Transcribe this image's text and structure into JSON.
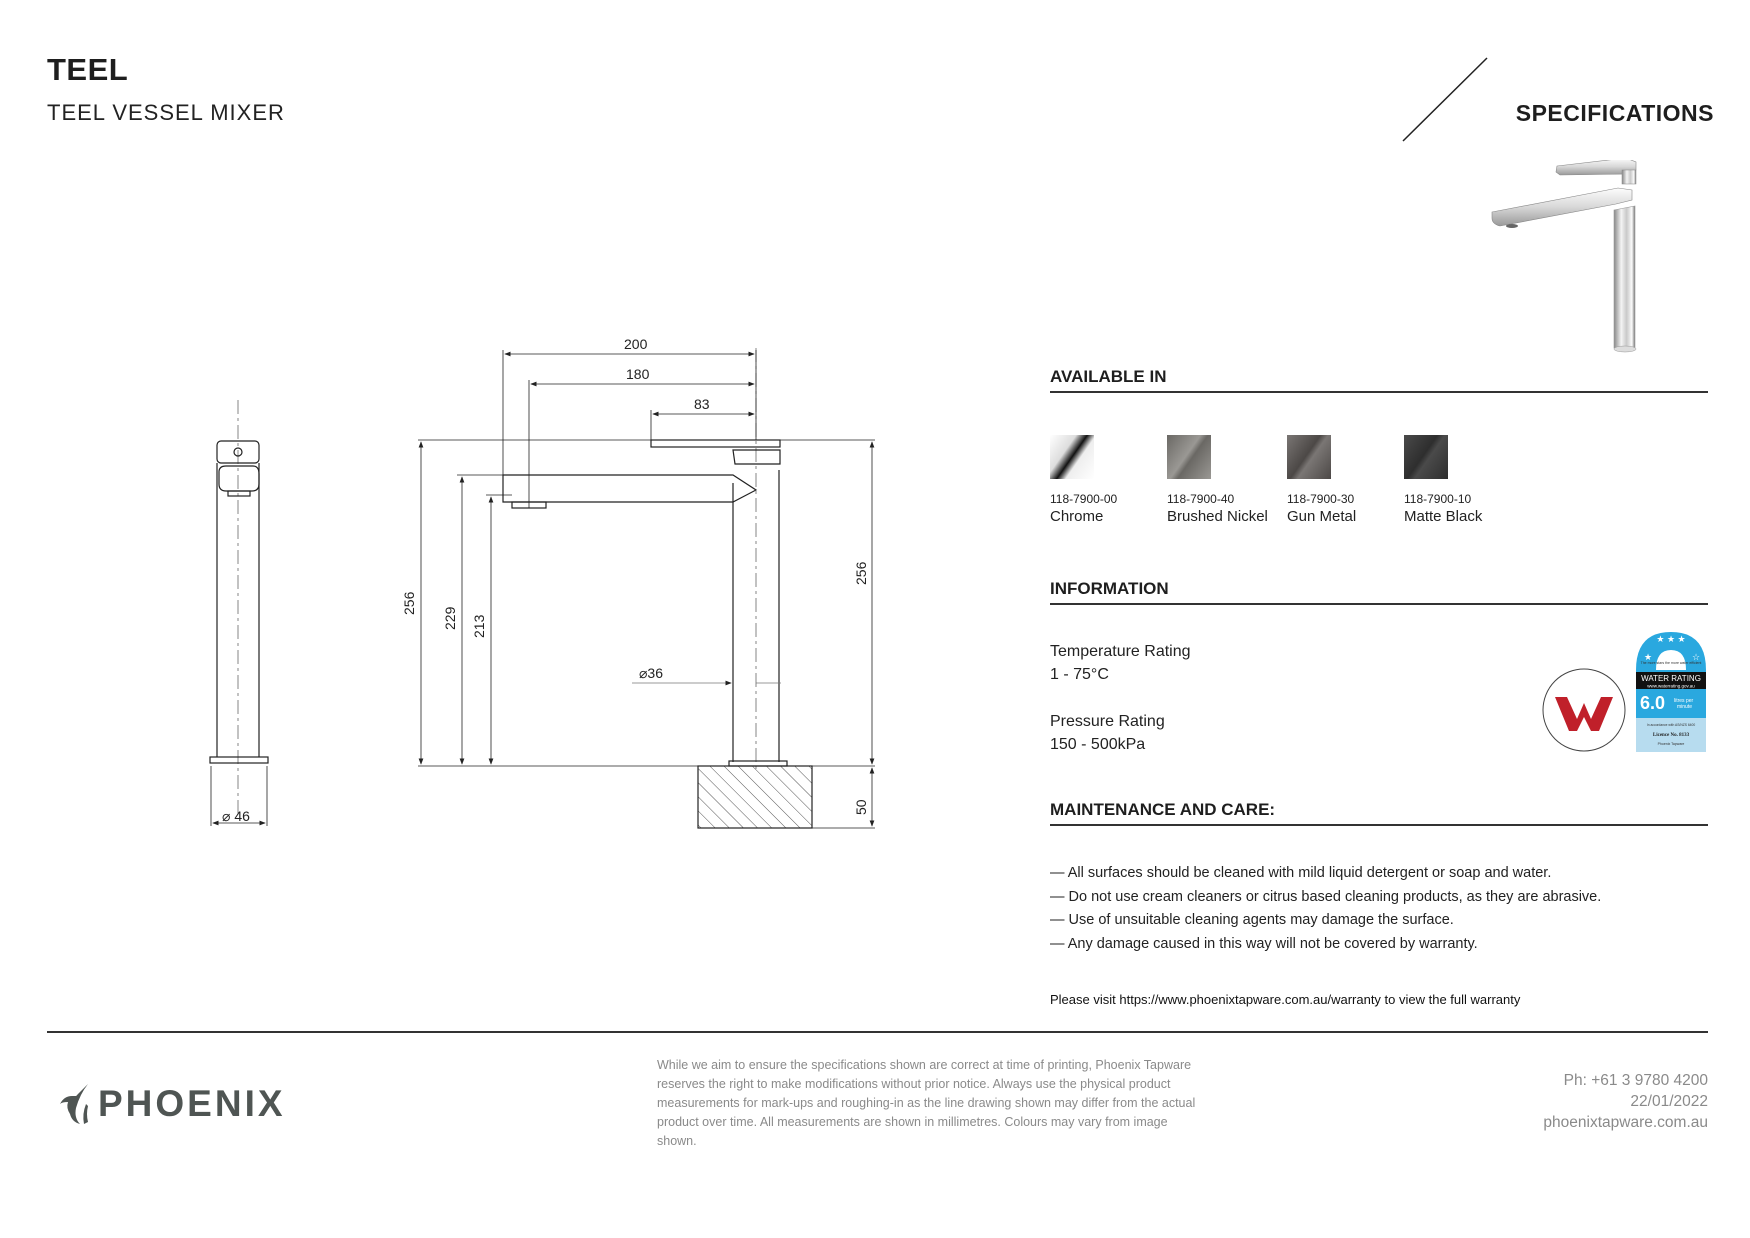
{
  "header": {
    "brand": "TEEL",
    "product_name": "TEEL VESSEL MIXER",
    "section_title": "SPECIFICATIONS"
  },
  "available_in": {
    "heading": "AVAILABLE IN",
    "finishes": [
      {
        "code": "118-7900-00",
        "name": "Chrome",
        "color": "#e8e8e8",
        "accent": "#111111"
      },
      {
        "code": "118-7900-40",
        "name": "Brushed Nickel",
        "color": "#9a9894",
        "accent": "#6a6864"
      },
      {
        "code": "118-7900-30",
        "name": "Gun Metal",
        "color": "#4c4846",
        "accent": "#7a7674"
      },
      {
        "code": "118-7900-10",
        "name": "Matte Black",
        "color": "#2e2e2e",
        "accent": "#4a4a4a"
      }
    ]
  },
  "information": {
    "heading": "INFORMATION",
    "temperature_label": "Temperature Rating",
    "temperature_value": "1 - 75°C",
    "pressure_label": "Pressure Rating",
    "pressure_value": "150 - 500kPa",
    "watermark_badge": "W",
    "water_rating": {
      "tagline": "The more stars the more water efficient",
      "title": "WATER RATING",
      "url": "www.waterrating.gov.au",
      "flow": "6.0",
      "flow_unit": "litres per minute",
      "standard": "In accordance with AS/NZS 6400",
      "licence": "Licence No. 8133",
      "company": "Phoenix Tapware",
      "stars": 5
    }
  },
  "maintenance": {
    "heading": "MAINTENANCE AND CARE:",
    "items": [
      "— All surfaces should be cleaned with mild liquid detergent or soap and water.",
      "— Do not use cream cleaners or citrus based cleaning products, as they are abrasive.",
      "— Use of unsuitable cleaning agents may damage the surface.",
      "— Any damage caused in this way will not be covered by warranty."
    ],
    "warranty_note": "Please visit https://www.phoenixtapware.com.au/warranty to view the full warranty"
  },
  "drawing": {
    "side_view": {
      "base_diameter": "46"
    },
    "front_view": {
      "spout_reach_total": "200",
      "spout_reach_outlet": "180",
      "handle_length": "83",
      "overall_height_left": "256",
      "spout_top_height": "229",
      "outlet_height": "213",
      "body_diameter": "36",
      "overall_height_right": "256",
      "max_bench_thickness": "50"
    }
  },
  "footer": {
    "logo_text": "PHOENIX",
    "disclaimer": "While we aim to ensure the specifications shown are correct at time of printing, Phoenix Tapware reserves the right to make modifications without prior notice. Always use the physical product measurements for mark-ups and roughing-in as the line drawing shown may differ from the actual product over time. All measurements are shown in millimetres. Colours may vary from image shown.",
    "phone": "Ph: +61 3 9780 4200",
    "date": "22/01/2022",
    "website": "phoenixtapware.com.au"
  },
  "colors": {
    "text": "#1e1e1e",
    "muted": "#8a8a8a",
    "logo": "#4f5553",
    "watermark_red": "#c0202a",
    "water_blue": "#2aa8df",
    "water_light": "#b7dcef"
  }
}
